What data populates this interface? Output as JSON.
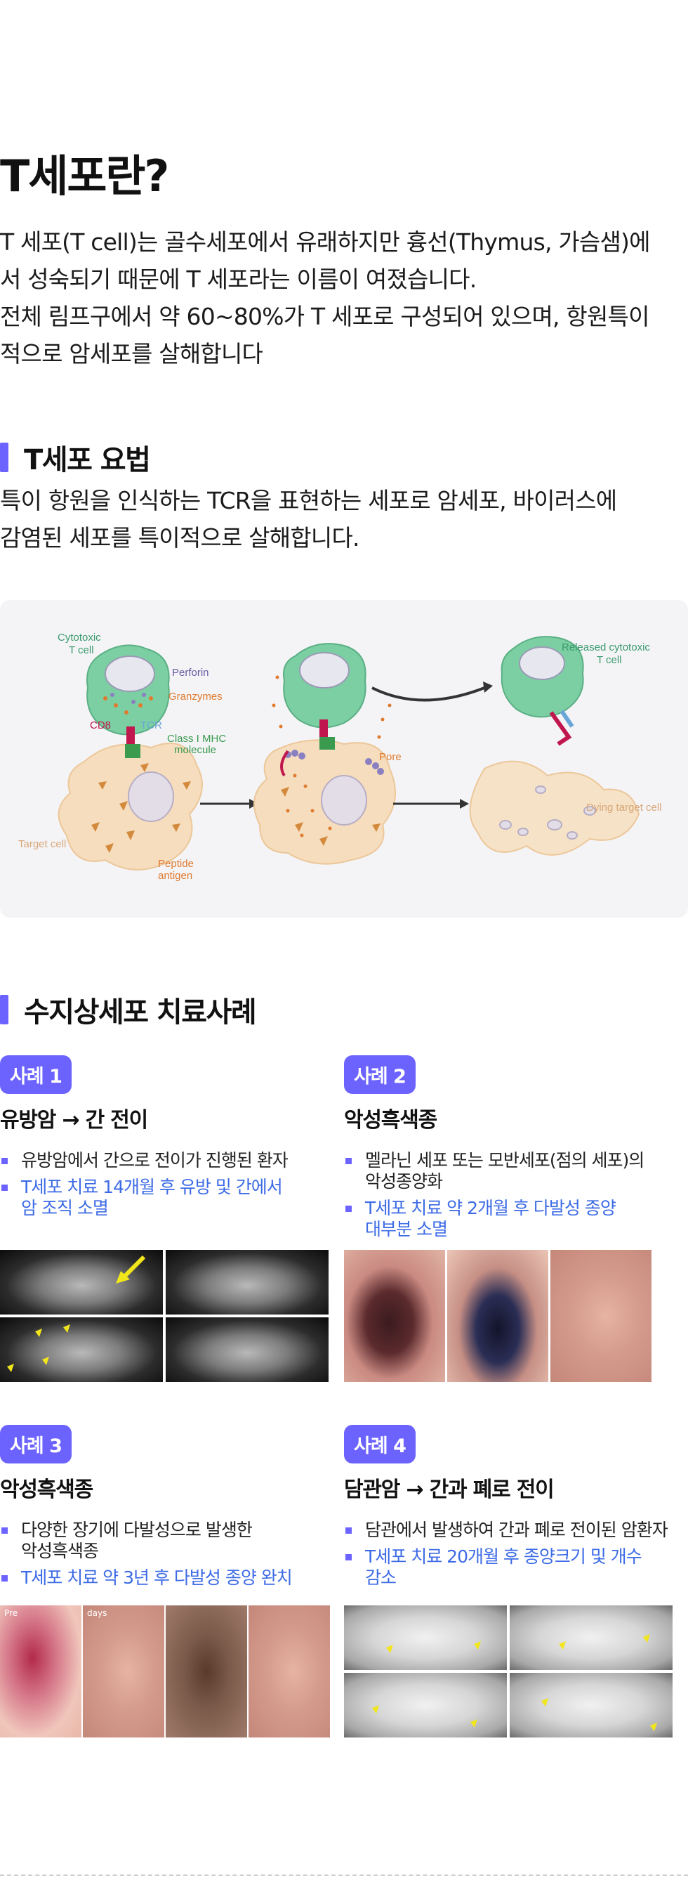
{
  "intro": {
    "title": "T세포란?",
    "line1": "T 세포(T cell)는 골수세포에서 유래하지만 흉선(Thymus, 가슴샘)에",
    "line2": "서 성숙되기 때문에 T 세포라는 이름이 여졌습니다.",
    "line3": "전체 림프구에서 약 60~80%가 T 세포로 구성되어 있으며, 항원특이",
    "line4": "적으로 암세포를 살해합니다"
  },
  "therapy": {
    "title": "T세포 요법",
    "desc1": "특이 항원을 인식하는 TCR을 표현하는 세포로 암세포, 바이러스에",
    "desc2": "감염된 세포를 특이적으로 살해합니다."
  },
  "diagram": {
    "cytotoxic": "Cytotoxic",
    "tcell": "T cell",
    "perforin": "Perforin",
    "granzymes": "Granzymes",
    "cd8": "CD8",
    "tcr": "TCR",
    "mhc1": "Class I MHC",
    "mhc2": "molecule",
    "pore": "Pore",
    "target": "Target cell",
    "peptide1": "Peptide",
    "peptide2": "antigen",
    "released1": "Released cytotoxic",
    "released2": "T cell",
    "dying": "Dying target cell",
    "colors": {
      "tcell": "#7ccfa3",
      "target": "#f5ddbd",
      "perforin_label": "#6a5aa0",
      "granzyme_label": "#e07a2e",
      "cd8_label": "#c0174e",
      "tcr_label": "#6aa6d8",
      "mhc_label": "#3a9a4e",
      "label_gray": "#8a8a8a"
    }
  },
  "cases": {
    "title": "수지상세포 치료사례",
    "c1": {
      "badge": "사례 1",
      "title": "유방암 → 간 전이",
      "item1": "유방암에서 간으로 전이가 진행된 환자",
      "item2a": "T세포 치료 14개월 후 유방 및 간에서",
      "item2b": "암 조직 소멸"
    },
    "c2": {
      "badge": "사례 2",
      "title": "악성흑색종",
      "item1a": "멜라닌 세포 또는 모반세포(점의 세포)의",
      "item1b": "악성종양화",
      "item2a": "T세포 치료 약 2개월 후 다발성 종양",
      "item2b": "대부분 소멸"
    },
    "c3": {
      "badge": "사례 3",
      "title": "악성흑색종",
      "item1a": "다양한 장기에 다발성으로 발생한",
      "item1b": "악성흑색종",
      "item2": "T세포 치료 약 3년 후 다발성 종양 완치",
      "cap1": "Pre",
      "cap2": "days"
    },
    "c4": {
      "badge": "사례 4",
      "title": "담관암 → 간과 폐로 전이",
      "item1": "담관에서 발생하여 간과 폐로 전이된 암환자",
      "item2a": "T세포 치료 20개월 후 종양크기 및 개수",
      "item2b": "감소"
    }
  },
  "accent": "#6c63ff",
  "blue_text": "#3d6be6"
}
